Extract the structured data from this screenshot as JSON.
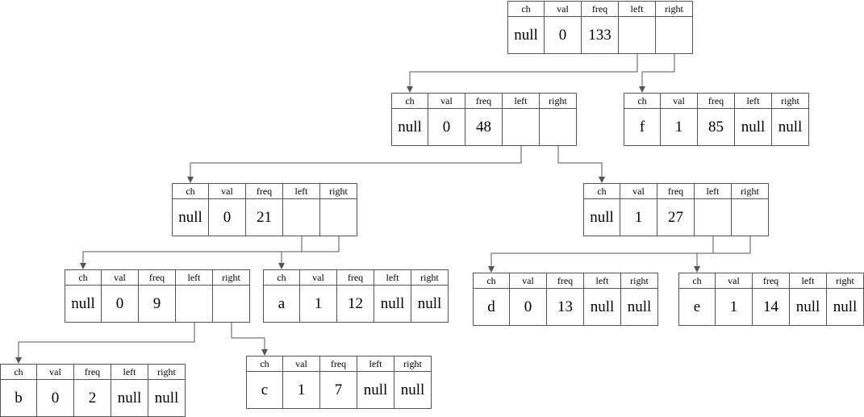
{
  "columns": [
    "ch",
    "val",
    "freq",
    "left",
    "right"
  ],
  "colors": {
    "line": "#555555",
    "text": "#000000",
    "background": "#ffffff"
  },
  "nodes": [
    {
      "id": "root",
      "ch": "null",
      "val": "0",
      "freq": "133",
      "left": "",
      "right": ""
    },
    {
      "id": "n48",
      "ch": "null",
      "val": "0",
      "freq": "48",
      "left": "",
      "right": ""
    },
    {
      "id": "f",
      "ch": "f",
      "val": "1",
      "freq": "85",
      "left": "null",
      "right": "null"
    },
    {
      "id": "n21",
      "ch": "null",
      "val": "0",
      "freq": "21",
      "left": "",
      "right": ""
    },
    {
      "id": "n27",
      "ch": "null",
      "val": "1",
      "freq": "27",
      "left": "",
      "right": ""
    },
    {
      "id": "n9",
      "ch": "null",
      "val": "0",
      "freq": "9",
      "left": "",
      "right": ""
    },
    {
      "id": "a",
      "ch": "a",
      "val": "1",
      "freq": "12",
      "left": "null",
      "right": "null"
    },
    {
      "id": "d",
      "ch": "d",
      "val": "0",
      "freq": "13",
      "left": "null",
      "right": "null"
    },
    {
      "id": "e",
      "ch": "e",
      "val": "1",
      "freq": "14",
      "left": "null",
      "right": "null"
    },
    {
      "id": "b",
      "ch": "b",
      "val": "0",
      "freq": "2",
      "left": "null",
      "right": "null"
    },
    {
      "id": "c",
      "ch": "c",
      "val": "1",
      "freq": "7",
      "left": "null",
      "right": "null"
    }
  ],
  "edges": [
    {
      "from": "root",
      "side": "left",
      "to": "n48"
    },
    {
      "from": "root",
      "side": "right",
      "to": "f"
    },
    {
      "from": "n48",
      "side": "left",
      "to": "n21"
    },
    {
      "from": "n48",
      "side": "right",
      "to": "n27"
    },
    {
      "from": "n21",
      "side": "left",
      "to": "n9"
    },
    {
      "from": "n21",
      "side": "right",
      "to": "a"
    },
    {
      "from": "n27",
      "side": "left",
      "to": "d"
    },
    {
      "from": "n27",
      "side": "right",
      "to": "e"
    },
    {
      "from": "n9",
      "side": "left",
      "to": "b"
    },
    {
      "from": "n9",
      "side": "right",
      "to": "c"
    }
  ]
}
